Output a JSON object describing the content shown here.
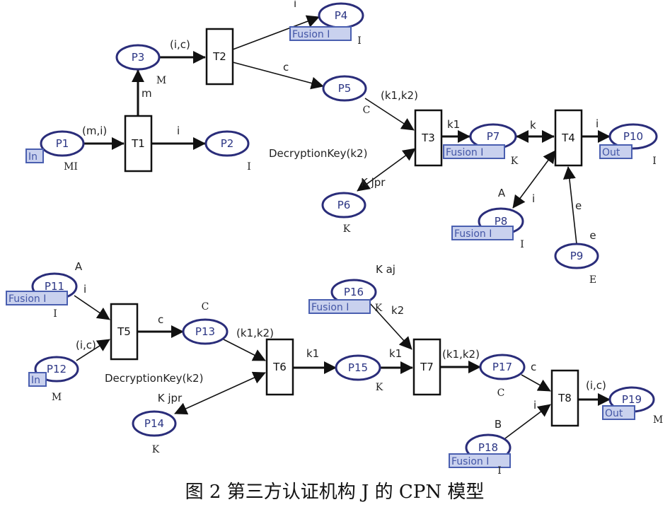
{
  "figure": {
    "caption": "图 2   第三方认证机构 J 的 CPN 模型",
    "colors": {
      "place_stroke": "#2a2d7a",
      "place_text": "#2b3584",
      "tag_fill": "#c9d1ee",
      "tag_stroke": "#4a5fb0",
      "arc": "#111111"
    }
  },
  "places": [
    {
      "id": "P1",
      "colorset": "MI",
      "tag": "In"
    },
    {
      "id": "P2",
      "colorset": "I",
      "tag": null
    },
    {
      "id": "P3",
      "colorset": "M",
      "tag": null
    },
    {
      "id": "P4",
      "colorset": "I",
      "tag": "Fusion I"
    },
    {
      "id": "P5",
      "colorset": "C",
      "tag": null
    },
    {
      "id": "P6",
      "colorset": "K",
      "tag": null
    },
    {
      "id": "P7",
      "colorset": "K",
      "tag": "Fusion I"
    },
    {
      "id": "P8",
      "colorset": "I",
      "tag": "Fusion I",
      "marking_label": "A"
    },
    {
      "id": "P9",
      "colorset": "E",
      "tag": null,
      "marking_label": "e"
    },
    {
      "id": "P10",
      "colorset": "I",
      "tag": "Out"
    },
    {
      "id": "P11",
      "colorset": "I",
      "tag": "Fusion I",
      "marking_label": "A"
    },
    {
      "id": "P12",
      "colorset": "M",
      "tag": "In"
    },
    {
      "id": "P13",
      "colorset": "C",
      "tag": null
    },
    {
      "id": "P14",
      "colorset": "K",
      "tag": null,
      "marking_label": "K jpr"
    },
    {
      "id": "P15",
      "colorset": "K",
      "tag": null
    },
    {
      "id": "P16",
      "colorset": "K",
      "tag": "Fusion I",
      "marking_label": "K aj"
    },
    {
      "id": "P17",
      "colorset": "C",
      "tag": null
    },
    {
      "id": "P18",
      "colorset": "I",
      "tag": "Fusion I",
      "marking_label": "B"
    },
    {
      "id": "P19",
      "colorset": "M",
      "tag": "Out"
    }
  ],
  "transitions": [
    {
      "id": "T1"
    },
    {
      "id": "T2"
    },
    {
      "id": "T3",
      "guard": "DecryptionKey(k2)"
    },
    {
      "id": "T4"
    },
    {
      "id": "T5"
    },
    {
      "id": "T6",
      "guard": "DecryptionKey(k2)"
    },
    {
      "id": "T7"
    },
    {
      "id": "T8"
    }
  ],
  "arcs": [
    {
      "from": "P1",
      "to": "T1",
      "inscription": "(m,i)"
    },
    {
      "from": "T1",
      "to": "P2",
      "inscription": "i"
    },
    {
      "from": "T1",
      "to": "P3",
      "inscription": "m"
    },
    {
      "from": "P3",
      "to": "T2",
      "inscription": "(i,c)"
    },
    {
      "from": "T2",
      "to": "P4",
      "inscription": "i"
    },
    {
      "from": "T2",
      "to": "P5",
      "inscription": "c"
    },
    {
      "from": "P5",
      "to": "T3",
      "inscription": "(k1,k2)"
    },
    {
      "from": "P6",
      "to": "T3",
      "inscription": "K jpr",
      "bidirectional": true
    },
    {
      "from": "T3",
      "to": "P7",
      "inscription": "k1"
    },
    {
      "from": "P7",
      "to": "T4",
      "inscription": "k",
      "bidirectional": true
    },
    {
      "from": "P8",
      "to": "T4",
      "inscription": "i",
      "bidirectional": true
    },
    {
      "from": "P9",
      "to": "T4",
      "inscription": "e"
    },
    {
      "from": "T4",
      "to": "P10",
      "inscription": "i"
    },
    {
      "from": "P11",
      "to": "T5",
      "inscription": "i"
    },
    {
      "from": "P12",
      "to": "T5",
      "inscription": "(i,c)"
    },
    {
      "from": "T5",
      "to": "P13",
      "inscription": "c"
    },
    {
      "from": "P13",
      "to": "T6",
      "inscription": "(k1,k2)"
    },
    {
      "from": "P14",
      "to": "T6",
      "inscription": "",
      "bidirectional": true
    },
    {
      "from": "T6",
      "to": "P15",
      "inscription": "k1"
    },
    {
      "from": "P15",
      "to": "T7",
      "inscription": "k1"
    },
    {
      "from": "P16",
      "to": "T7",
      "inscription": "k2"
    },
    {
      "from": "T7",
      "to": "P17",
      "inscription": "(k1,k2)"
    },
    {
      "from": "P17",
      "to": "T8",
      "inscription": "c"
    },
    {
      "from": "P18",
      "to": "T8",
      "inscription": "i"
    },
    {
      "from": "T8",
      "to": "P19",
      "inscription": "(i,c)"
    }
  ]
}
